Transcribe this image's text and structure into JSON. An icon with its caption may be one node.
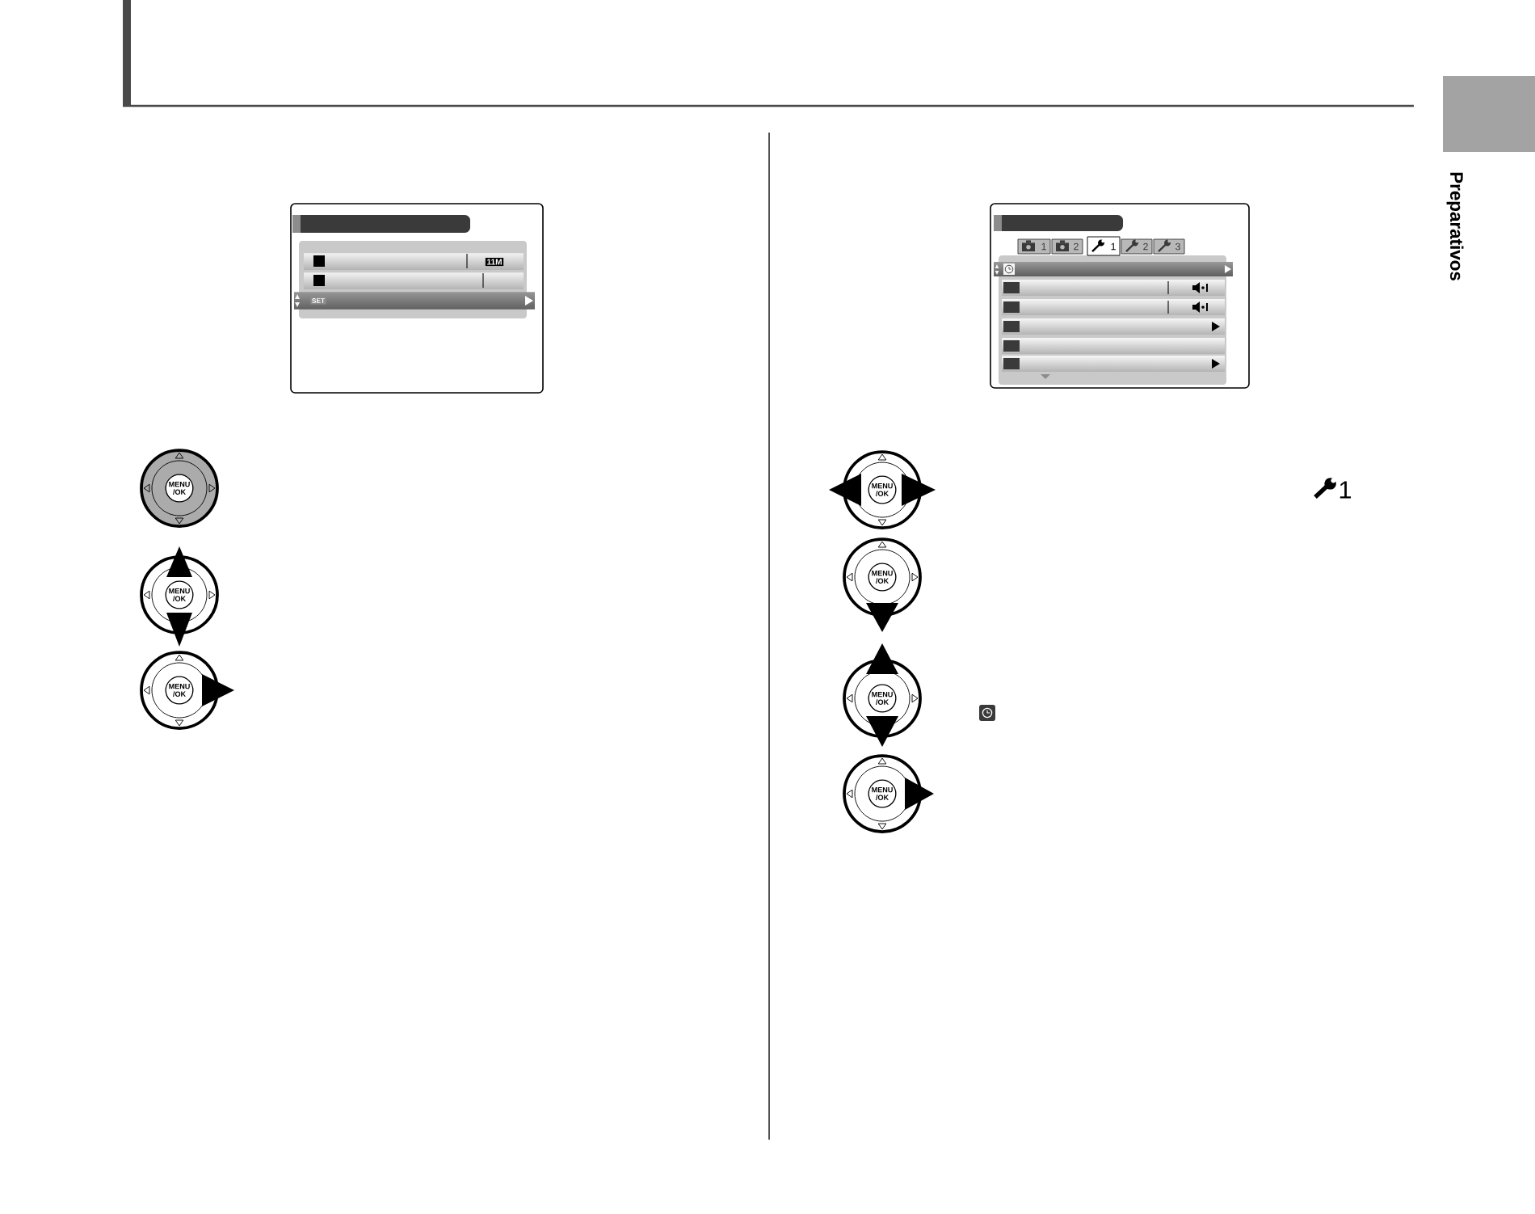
{
  "diagram": {
    "nodes": [
      {
        "text": [
          "MENU /OK"
        ]
      },
      {
        "text": [
          "MENU /OK"
        ]
      },
      {
        "text": [
          "MENU /OK"
        ]
      },
      {
        "text": [
          "MENU /OK"
        ]
      },
      {
        "text": [
          "MENU /OK"
        ]
      },
      {
        "text": [
          "MENU /OK"
        ]
      },
      {
        "text": [
          "MENU /OK"
        ]
      }
    ],
    "labels": [
      "11M",
      "SET",
      "1",
      "2",
      "1",
      "2",
      "3",
      "1",
      "Preparativos"
    ]
  }
}
